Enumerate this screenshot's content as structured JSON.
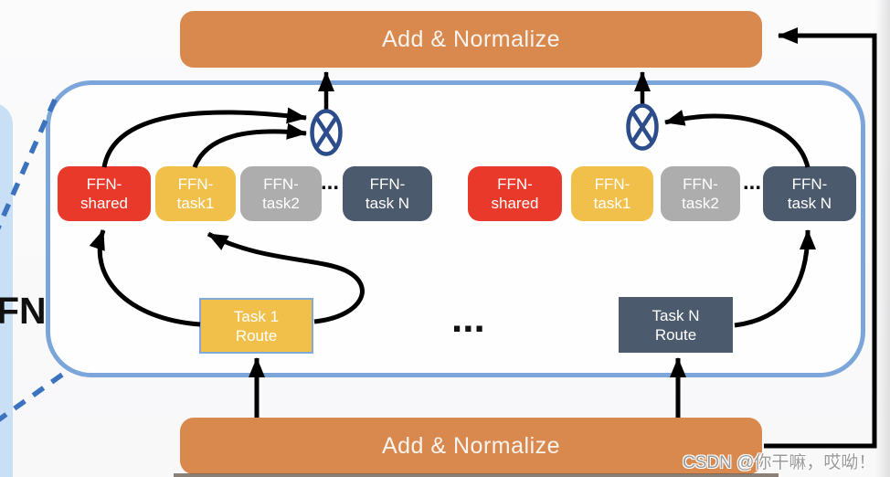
{
  "title_top": "Add & Normalize",
  "title_bottom": "Add & Normalize",
  "side_label": "FN",
  "center_dots": "...",
  "groups": {
    "left": {
      "experts": [
        {
          "line1": "FFN-",
          "line2": "shared"
        },
        {
          "line1": "FFN-",
          "line2": "task1"
        },
        {
          "line1": "FFN-",
          "line2": "task2"
        },
        {
          "line1": "FFN-",
          "line2": "task N"
        }
      ],
      "dots": "...",
      "route": {
        "line1": "Task 1",
        "line2": "Route"
      }
    },
    "right": {
      "experts": [
        {
          "line1": "FFN-",
          "line2": "shared"
        },
        {
          "line1": "FFN-",
          "line2": "task1"
        },
        {
          "line1": "FFN-",
          "line2": "task2"
        },
        {
          "line1": "FFN-",
          "line2": "task N"
        }
      ],
      "dots": "...",
      "route": {
        "line1": "Task N",
        "line2": "Route"
      }
    }
  },
  "watermark": "CSDN @你干嘛，哎呦！",
  "colors": {
    "ffn_shared": "#E8392B",
    "ffn_task1": "#F0C04B",
    "ffn_task2": "#ADADAD",
    "ffn_taskN": "#4B5A6C",
    "add_normalize": "#D9894E",
    "frame_border": "#7CA5D9",
    "multiply_icon": "#2C4C8C",
    "dashed_callout": "#3D72BF",
    "clipped_block": "#C9DFF6",
    "arrow": "#000000"
  }
}
